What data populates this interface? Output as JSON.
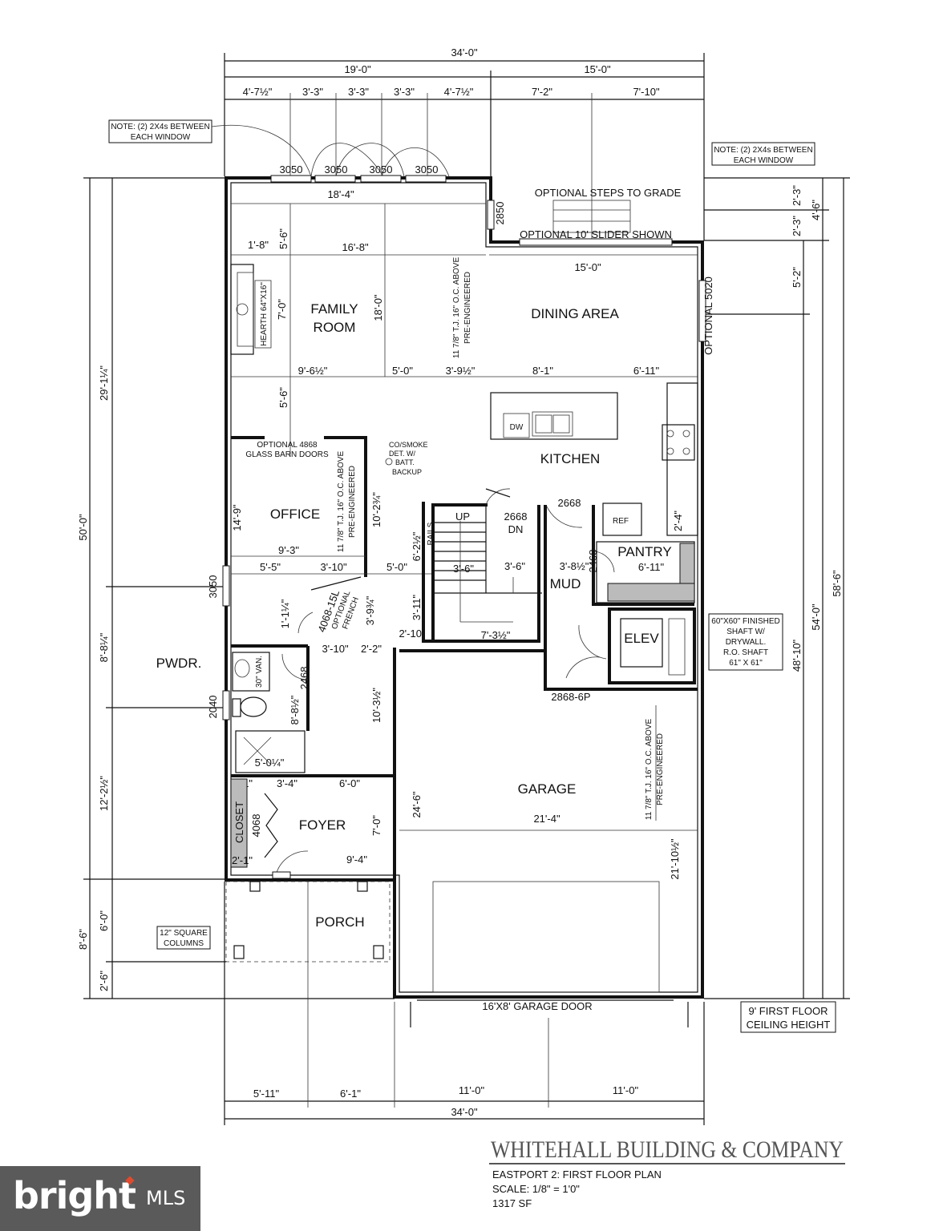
{
  "dimensions": {
    "top_overall": "34'-0\"",
    "top_left": "19'-0\"",
    "top_right": "15'-0\"",
    "top_segments": [
      "4'-7½\"",
      "3'-3\"",
      "3'-3\"",
      "3'-3\"",
      "4'-7½\"",
      "7'-2\"",
      "7'-10\""
    ],
    "bottom_segments": [
      "5'-11\"",
      "6'-1\"",
      "11'-0\"",
      "11'-0\""
    ],
    "bottom_overall": "34'-0\"",
    "left_overall": "50'-0\"",
    "left_segments": [
      "29'-1¼\"",
      "8'-8¼\"",
      "12'-2½\"",
      "6'-0\"",
      "8'-6\"",
      "2'-6\""
    ],
    "right_overall": "58'-6\"",
    "right_inner": "54'-0\"",
    "right_mid": "48'-10\"",
    "right_top": [
      "2'-3\"",
      "2'-3\"",
      "4'-6\"",
      "5'-2\""
    ],
    "interior": [
      "18'-4\"",
      "16'-8\"",
      "15'-0\"",
      "1'-8\"",
      "5'-6\"",
      "7'-0\"",
      "18'-0\"",
      "9'-6½\"",
      "5'-0\"",
      "3'-9½\"",
      "8'-1\"",
      "6'-11\"",
      "5'-6\"",
      "14'-9\"",
      "10'-2¾\"",
      "9'-3\"",
      "5'-5\"",
      "3'-10\"",
      "5'-0\"",
      "6'-2½\"",
      "3'-6\"",
      "3'-6\"",
      "3'-8½\"",
      "6'-11\"",
      "1'-1¼\"",
      "3'-9¾\"",
      "3'-11\"",
      "3'-10\"",
      "2'-2\"",
      "2'-10\"",
      "7'-3½\"",
      "8'-8½\"",
      "10'-3½\"",
      "5'-0¼\"",
      "2'-1\"",
      "3'-4\"",
      "6'-0\"",
      "7'-0\"",
      "24'-6\"",
      "21'-4\"",
      "9'-4\"",
      "2'-1\"",
      "21'-10½\"",
      "2'-4\""
    ]
  },
  "windows": [
    "3050",
    "3050",
    "3050",
    "3050",
    "2850",
    "3050",
    "2040",
    "OPTIONAL 5020"
  ],
  "doors": [
    "2668",
    "2668",
    "2468",
    "2468",
    "4068",
    "2868-6P",
    "4068-15L"
  ],
  "rooms": {
    "family": [
      "FAMILY",
      "ROOM"
    ],
    "dining": "DINING AREA",
    "kitchen": "KITCHEN",
    "office": "OFFICE",
    "pantry": "PANTRY",
    "mud": "MUD",
    "elev": "ELEV",
    "pwdr": "PWDR.",
    "foyer": "FOYER",
    "closet": "CLOSET",
    "garage": "GARAGE",
    "porch": "PORCH"
  },
  "labels": {
    "hearth": "HEARTH 64\"X16\"",
    "joist_1": [
      "11 7/8\" T.J. 16\" O.C. ABOVE",
      "PRE-ENGINEERED"
    ],
    "joist_2": [
      "11 7/8\" T.J. 16\" O.C. ABOVE",
      "PRE-ENGINEERED"
    ],
    "joist_3": [
      "11 7/8\" T.J. 16\" O.C. ABOVE",
      "PRE-ENGINEERED"
    ],
    "optional_steps": "OPTIONAL STEPS TO GRADE",
    "optional_slider": "OPTIONAL 10' SLIDER SHOWN",
    "barn_doors": [
      "OPTIONAL 4868",
      "GLASS BARN DOORS"
    ],
    "co_smoke": [
      "CO/SMOKE",
      "DET. W/",
      "BATT.",
      "BACKUP"
    ],
    "dw": "DW",
    "ref": "REF",
    "up": "UP",
    "dn": "DN",
    "rails": "RAILS",
    "french": [
      "OPTIONAL",
      "FRENCH"
    ],
    "van": "30\" VAN.",
    "garage_door": "16'X8' GARAGE DOOR"
  },
  "notes": {
    "left_window_note": [
      "NOTE: (2) 2X4s BETWEEN",
      "EACH WINDOW"
    ],
    "right_window_note": [
      "NOTE: (2) 2X4s BETWEEN",
      "EACH WINDOW"
    ],
    "shaft": [
      "60\"X60\" FINISHED",
      "SHAFT W/",
      "DRYWALL.",
      "R.O. SHAFT",
      "61\" X 61\""
    ],
    "columns": [
      "12\" SQUARE",
      "COLUMNS"
    ],
    "ceiling": [
      "9' FIRST FLOOR",
      "CEILING HEIGHT"
    ]
  },
  "title_block": {
    "company": "WHITEHALL BUILDING & COMPANY",
    "plan": "EASTPORT 2: FIRST FLOOR PLAN",
    "scale": "SCALE: 1/8\" = 1'0\"",
    "area": "1317 SF"
  },
  "watermark": {
    "brand": "bright",
    "suffix": "MLS"
  }
}
